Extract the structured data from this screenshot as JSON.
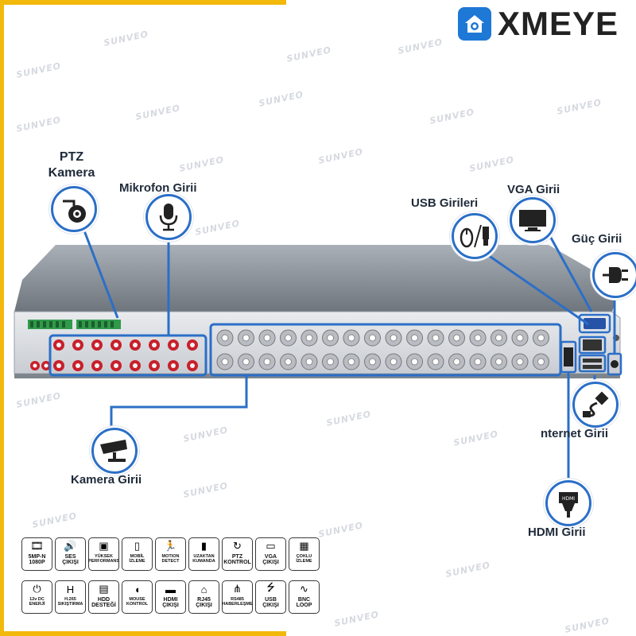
{
  "brand": {
    "name": "XMEYE",
    "color": "#1e78d6"
  },
  "watermark": "SUNVEO",
  "accent_colors": {
    "frame": "#f2b80b",
    "callout_line": "#2b6fc7",
    "rca_port": "#c8202b"
  },
  "callouts": {
    "ptz": "PTZ\nKamera",
    "mic": "Mikrofon Giri\u001ei",
    "usb": "USB Giri\u001eleri",
    "vga": "VGA Giri\u001ei",
    "power": "Güç Giri\u001ei",
    "camera": "Kamera Giri\u001ei",
    "internet": "\u001enternet Giri\u001ei",
    "hdmi": "HDMI Giri\u001ei"
  },
  "features_row1": [
    {
      "icon": "film-icon",
      "label": "5MP-N\n1080P"
    },
    {
      "icon": "speaker-icon",
      "label": "SES\nÇIKIŞI"
    },
    {
      "icon": "chip-icon",
      "label": "YÜKSEK\nPERFORMANS"
    },
    {
      "icon": "mobile-icon",
      "label": "MOBİL\nİZLEME"
    },
    {
      "icon": "motion-icon",
      "label": "MOTION\nDETECT"
    },
    {
      "icon": "remote-icon",
      "label": "UZAKTAN\nKUMANDA"
    },
    {
      "icon": "ptz-control-icon",
      "label": "PTZ\nKONTROL"
    },
    {
      "icon": "vga-icon",
      "label": "VGA\nÇIKIŞI"
    },
    {
      "icon": "multi-view-icon",
      "label": "ÇOKLU\nİZLEME"
    }
  ],
  "features_row2": [
    {
      "icon": "power-plug-icon",
      "label": "12v DC\nENERJİ"
    },
    {
      "icon": "h265-icon",
      "label": "H.265\nSIKIŞTIRMA"
    },
    {
      "icon": "hdd-icon",
      "label": "HDD\nDESTEĞİ"
    },
    {
      "icon": "mouse-icon",
      "label": "MOUSE\nKONTROL"
    },
    {
      "icon": "hdmi-icon",
      "label": "HDMI\nÇIKIŞI"
    },
    {
      "icon": "rj45-icon",
      "label": "RJ45\nÇIKIŞI"
    },
    {
      "icon": "rs485-icon",
      "label": "RS485\nHABERLEŞME"
    },
    {
      "icon": "usb-icon",
      "label": "USB\nÇIKIŞI"
    },
    {
      "icon": "bnc-loop-icon",
      "label": "BNC\nLOOP"
    }
  ]
}
